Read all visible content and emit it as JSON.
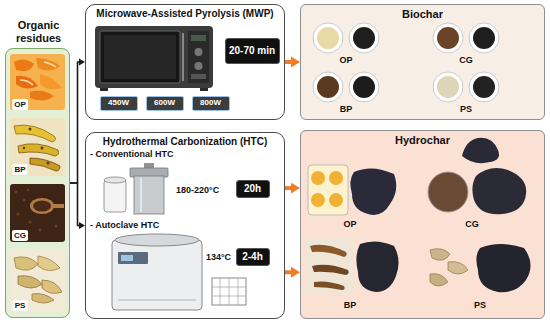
{
  "diagram": {
    "nodes": [
      {
        "text": [
          "Organic residues"
        ]
      },
      {
        "text": [
          "Microwave-Assisted Pyrolysis (MWP)"
        ]
      },
      {
        "text": [
          "20-70 min"
        ],
        "in": 1
      },
      {
        "text": [
          "450W"
        ],
        "in": 1
      },
      {
        "text": [
          "600W"
        ],
        "in": 1
      },
      {
        "text": [
          "800W"
        ],
        "in": 1
      },
      {
        "text": [
          "Hydrothermal Carbonization (HTC)"
        ]
      },
      {
        "text": [
          "20h"
        ],
        "in": 6
      },
      {
        "text": [
          "2-4h"
        ],
        "in": 6
      },
      {
        "text": [
          "Biochar"
        ]
      },
      {
        "text": [
          "Hydrochar"
        ]
      }
    ],
    "edges": [
      {
        "from": 0,
        "to": 1,
        "arrow": "to"
      },
      {
        "from": 0,
        "to": 6,
        "arrow": "to"
      },
      {
        "from": 1,
        "to": 9,
        "arrow": "to"
      },
      {
        "from": 6,
        "to": 10,
        "arrow": "to"
      },
      {
        "from": 6,
        "to": 10,
        "arrow": "to"
      }
    ],
    "labels": [
      "OP",
      "BP",
      "CG",
      "PS",
      "OP",
      "CG",
      "BP",
      "PS",
      "- Conventional HTC",
      "180-220°C",
      "- Autoclave HTC",
      "134°C",
      "OP",
      "CG",
      "BP",
      "PS"
    ]
  }
}
